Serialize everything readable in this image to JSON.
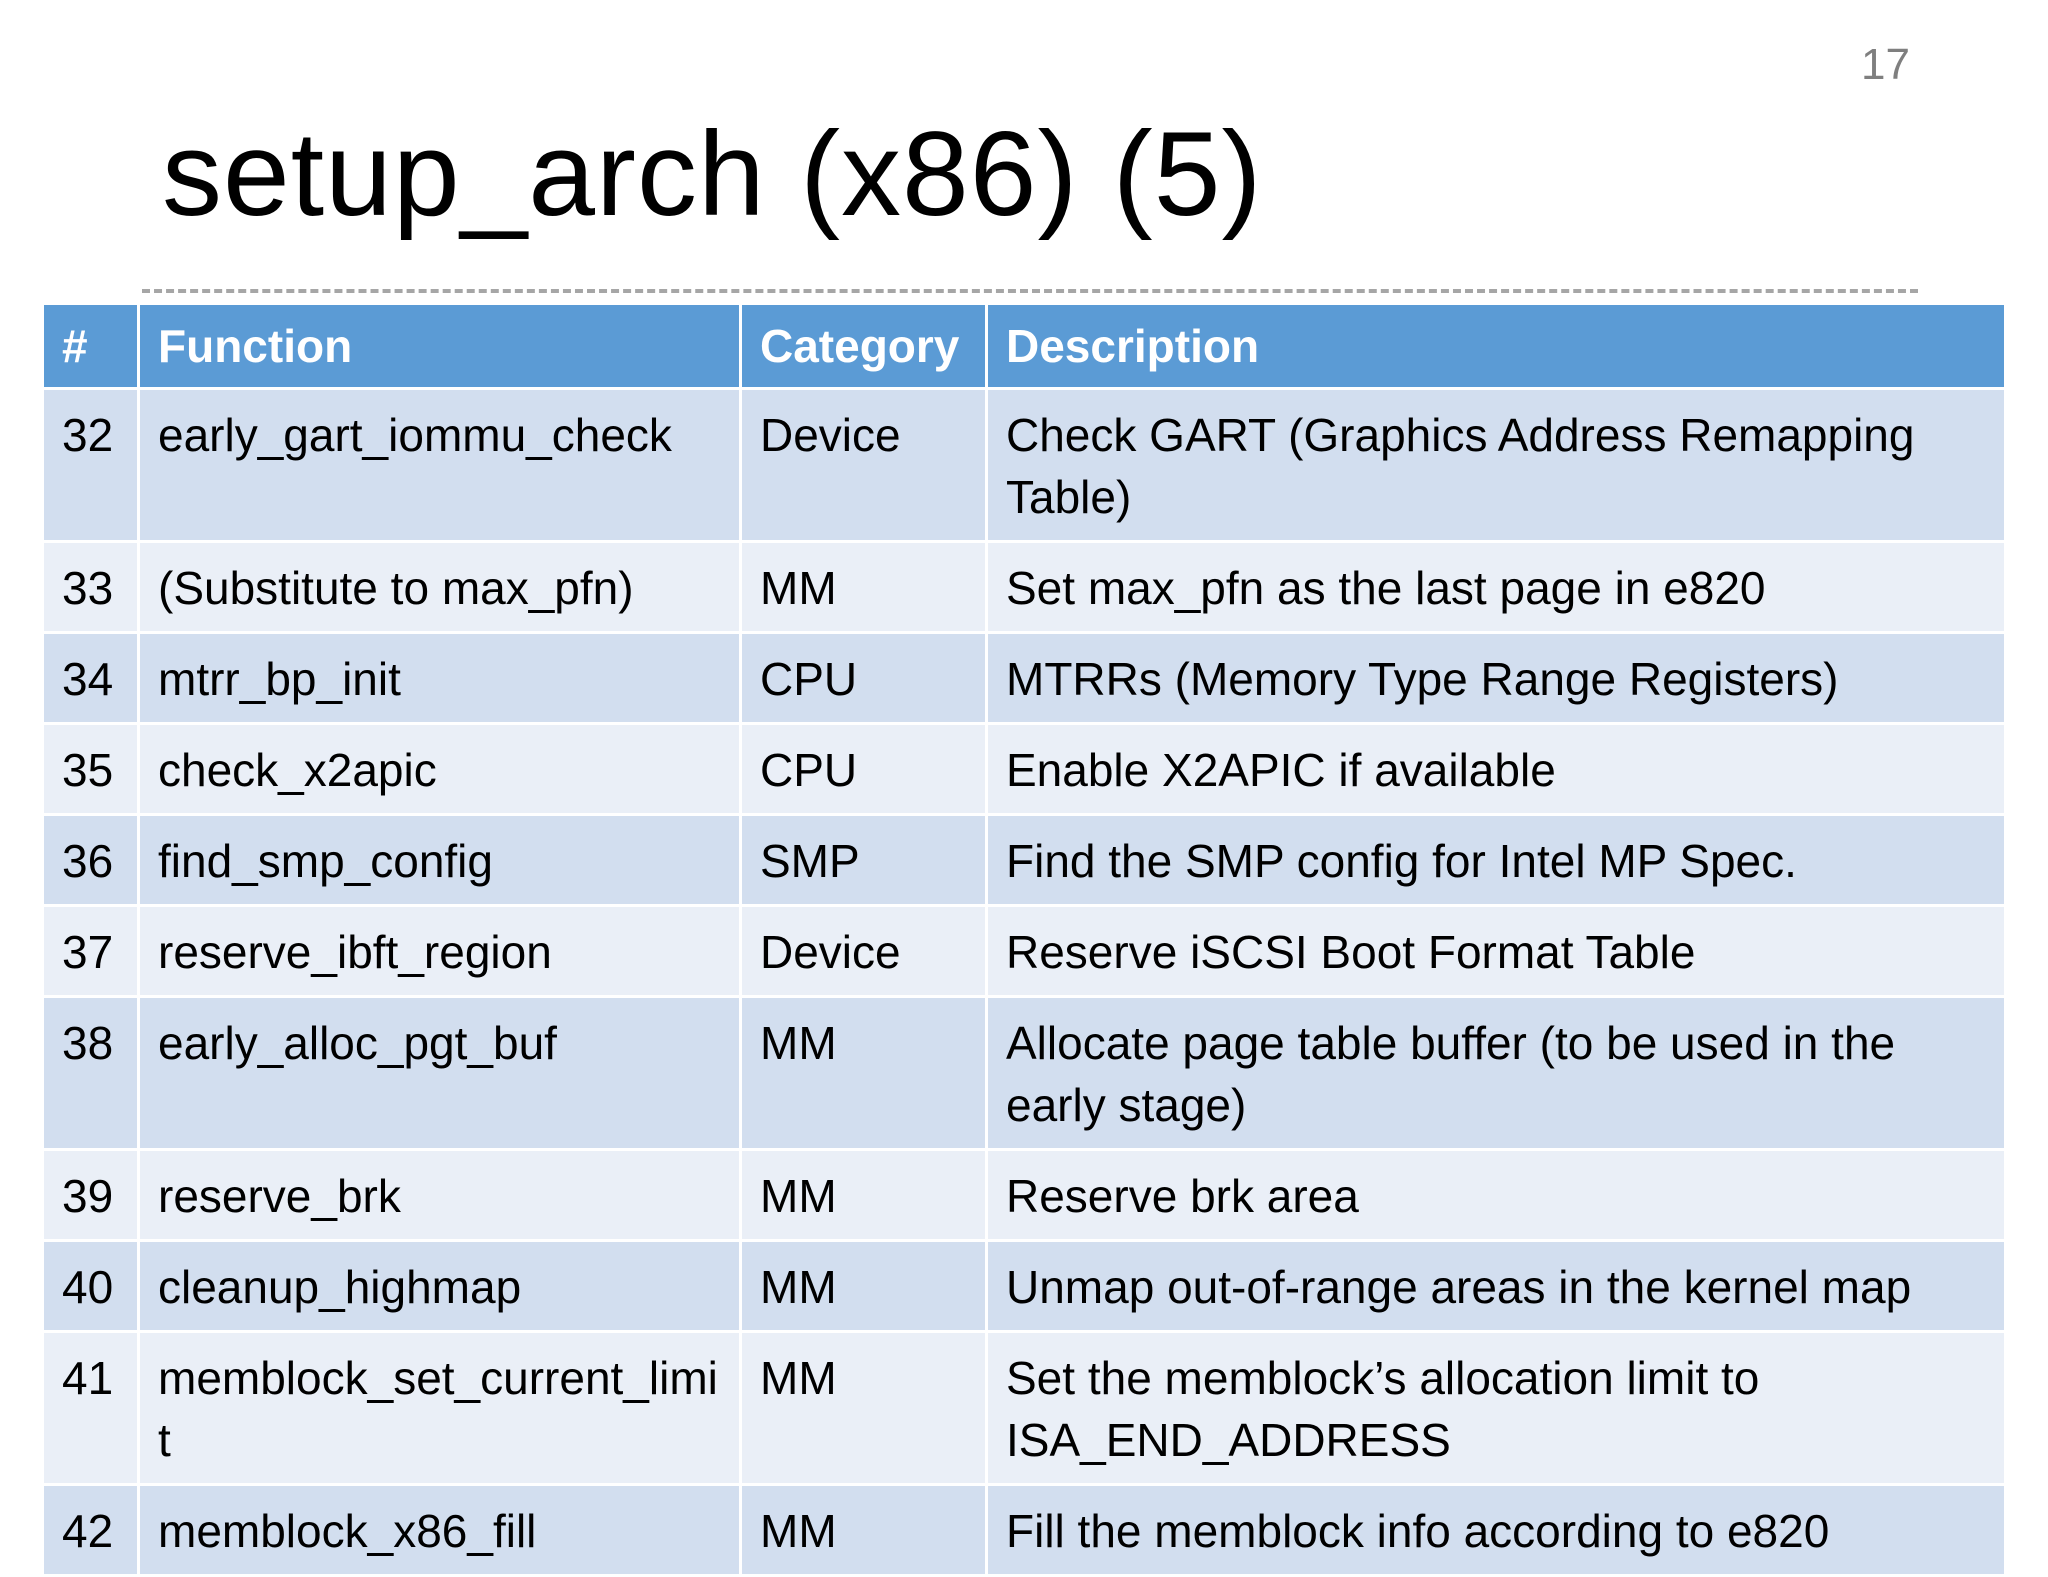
{
  "slide": {
    "page_number": "17",
    "title": "setup_arch (x86) (5)"
  },
  "table": {
    "headers": {
      "num": "#",
      "function": "Function",
      "category": "Category",
      "description": "Description"
    },
    "rows": [
      {
        "num": "32",
        "function": "early_gart_iommu_check",
        "category": "Device",
        "description": "Check GART (Graphics Address Remapping Table)"
      },
      {
        "num": "33",
        "function": "(Substitute to max_pfn)",
        "category": "MM",
        "description": "Set max_pfn as the last page in e820"
      },
      {
        "num": "34",
        "function": "mtrr_bp_init",
        "category": "CPU",
        "description": "MTRRs (Memory Type Range Registers)"
      },
      {
        "num": "35",
        "function": "check_x2apic",
        "category": "CPU",
        "description": "Enable X2APIC if available"
      },
      {
        "num": "36",
        "function": "find_smp_config",
        "category": "SMP",
        "description": "Find the SMP config for Intel MP Spec."
      },
      {
        "num": "37",
        "function": "reserve_ibft_region",
        "category": "Device",
        "description": "Reserve iSCSI Boot Format Table"
      },
      {
        "num": "38",
        "function": "early_alloc_pgt_buf",
        "category": "MM",
        "description": "Allocate page table buffer (to be used in the early stage)"
      },
      {
        "num": "39",
        "function": "reserve_brk",
        "category": "MM",
        "description": "Reserve brk area"
      },
      {
        "num": "40",
        "function": "cleanup_highmap",
        "category": "MM",
        "description": "Unmap out-of-range areas in the kernel map"
      },
      {
        "num": "41",
        "function": "memblock_set_current_limit",
        "category": "MM",
        "description": "Set the memblock’s allocation limit to ISA_END_ADDRESS"
      },
      {
        "num": "42",
        "function": "memblock_x86_fill",
        "category": "MM",
        "description": "Fill the memblock info according to e820"
      }
    ]
  },
  "colors": {
    "header_bg": "#5b9bd5",
    "row_dark": "#d2deef",
    "row_light": "#eaeff7",
    "page_number": "#7f7f7f"
  }
}
